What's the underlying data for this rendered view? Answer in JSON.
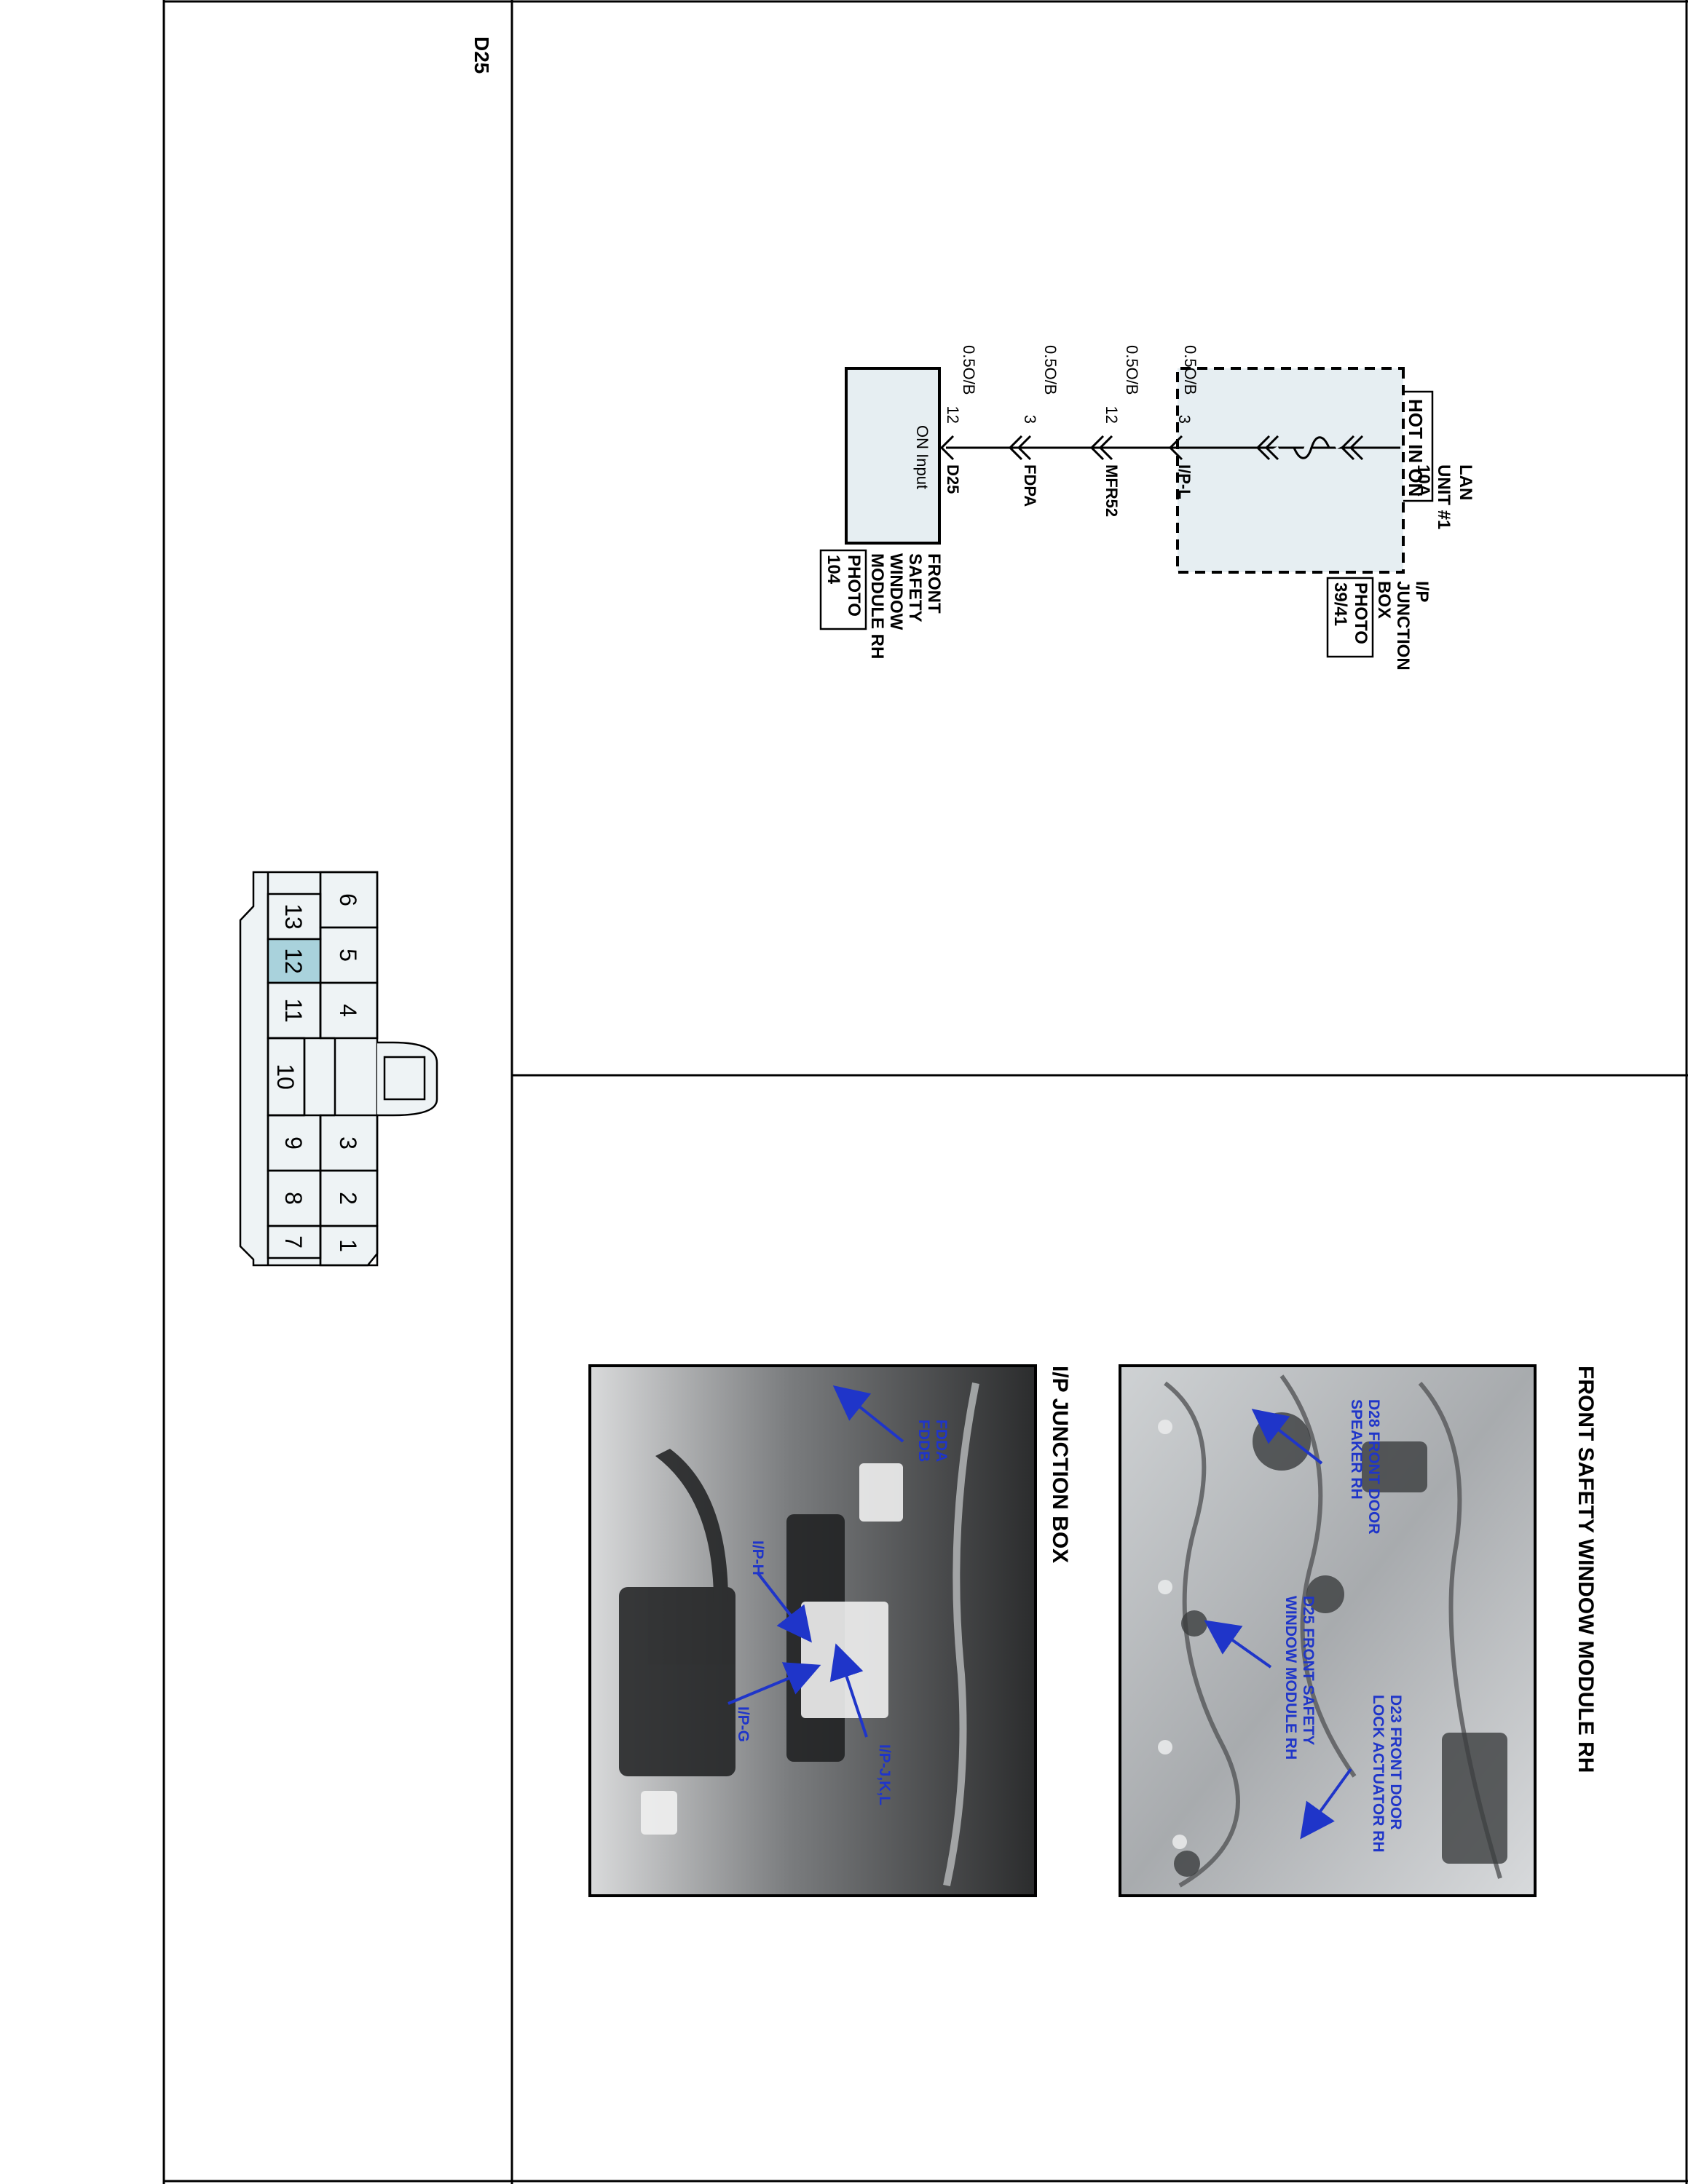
{
  "connector_id": "D25",
  "schematic": {
    "source_label": "HOT IN ON",
    "junction_box_name": "I/P JUNCTION BOX",
    "junction_box_label_lines": [
      "I/P",
      "JUNCTION",
      "BOX"
    ],
    "junction_box_photo_ref": [
      "PHOTO",
      "39/41"
    ],
    "fuse_label_lines": [
      "LAN",
      "UNIT #1",
      "10A"
    ],
    "wire_color": "0.5O/B",
    "connections": [
      {
        "pin": "3",
        "connector": "I/P-L"
      },
      {
        "pin": "12",
        "connector": "MFR52"
      },
      {
        "pin": "3",
        "connector": "FDPA"
      },
      {
        "pin": "12",
        "connector": "D25"
      }
    ],
    "module_input_label": "ON Input",
    "module_label_lines": [
      "FRONT",
      "SAFETY",
      "WINDOW",
      "MODULE RH"
    ],
    "module_photo_ref": [
      "PHOTO",
      "104"
    ]
  },
  "connector_face": {
    "top_row": [
      "6",
      "5",
      "4",
      "3",
      "2",
      "1"
    ],
    "bottom_row": [
      "13",
      "12",
      "11",
      "10",
      "9",
      "8",
      "7"
    ],
    "highlighted_pin": "12",
    "highlight_color": "#a9d2dc"
  },
  "photos": [
    {
      "title": "FRONT SAFETY WINDOW MODULE RH",
      "callouts": [
        {
          "lines": [
            "D28 FRONT DOOR",
            "SPEAKER RH"
          ]
        },
        {
          "lines": [
            "D25 FRONT SAFETY",
            "WINDOW MODULE RH"
          ]
        },
        {
          "lines": [
            "D23 FRONT DOOR",
            "LOCK ACTUATOR RH"
          ]
        }
      ]
    },
    {
      "title": "I/P JUNCTION BOX",
      "callouts": [
        {
          "lines": [
            "FDDA",
            "FDDB"
          ]
        },
        {
          "lines": [
            "I/P-H"
          ]
        },
        {
          "lines": [
            "I/P-J,K,L"
          ]
        },
        {
          "lines": [
            "I/P-G"
          ]
        }
      ]
    }
  ],
  "colors": {
    "box_fill": "#e6eef2",
    "callout_blue": "#1f35c9",
    "line": "#000000"
  }
}
